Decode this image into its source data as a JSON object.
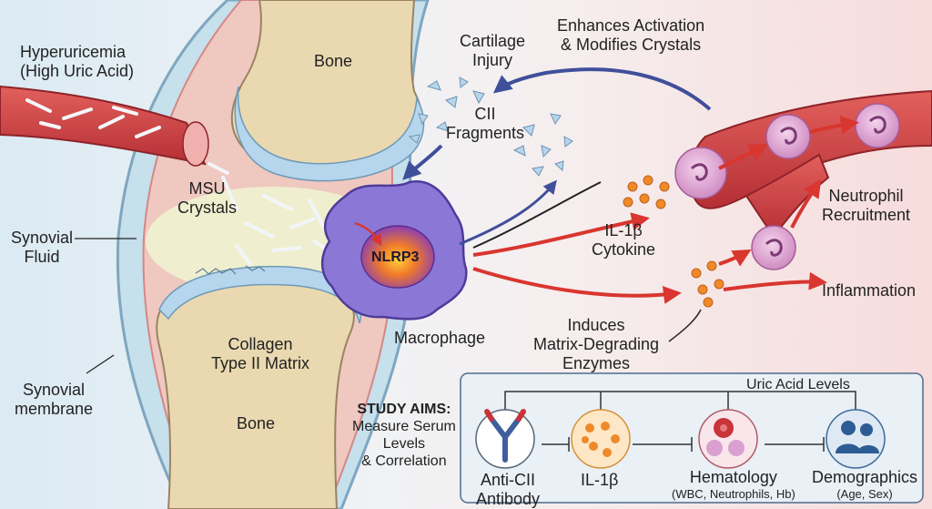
{
  "labels": {
    "hyperuricemia": [
      "Hyperuricemia",
      "(High Uric Acid)"
    ],
    "bone_top": "Bone",
    "bone_bottom": "Bone",
    "cartilage_injury": [
      "Cartilage",
      "Injury"
    ],
    "enhances": [
      "Enhances Activation",
      "& Modifies Crystals"
    ],
    "cii_fragments": [
      "CII",
      "Fragments"
    ],
    "msu_crystals": [
      "MSU",
      "Crystals"
    ],
    "synovial_fluid": [
      "Synovial",
      "Fluid"
    ],
    "nlrp3": "NLRP3",
    "il1b_cytokine": [
      "IL-1β",
      "Cytokine"
    ],
    "neutrophil_recruitment": [
      "Neutrophil",
      "Recruitment"
    ],
    "inflammation": "Inflammation",
    "macrophage": "Macrophage",
    "induces": [
      "Induces",
      "Matrix-Degrading",
      "Enzymes"
    ],
    "collagen": [
      "Collagen",
      "Type II Matrix"
    ],
    "synovial_membrane": [
      "Synovial",
      "membrane"
    ]
  },
  "study": {
    "title": "STUDY AIMS:",
    "lines": [
      "Measure Serum",
      "Levels",
      "& Correlation"
    ],
    "uric_acid_levels": "Uric Acid Levels",
    "anti_cii": [
      "Anti-CII",
      "Antibody"
    ],
    "il1b": "IL-1β",
    "hematology": "Hematology",
    "hematology_sub": "(WBC, Neutrophils, Hb)",
    "demographics": "Demographics",
    "demographics_sub": "(Age, Sex)"
  },
  "icons": [
    "antibody-icon",
    "cytokine-dots-icon",
    "blood-cells-icon",
    "people-icon"
  ],
  "colors": {
    "arrow_red": "#d8362f",
    "arrow_blue": "#3f4f9a",
    "macrophage": "#8b78d6",
    "bone": "#ead9b0",
    "vessel": "#d6484a",
    "neutrophil": "#dba0cf"
  }
}
